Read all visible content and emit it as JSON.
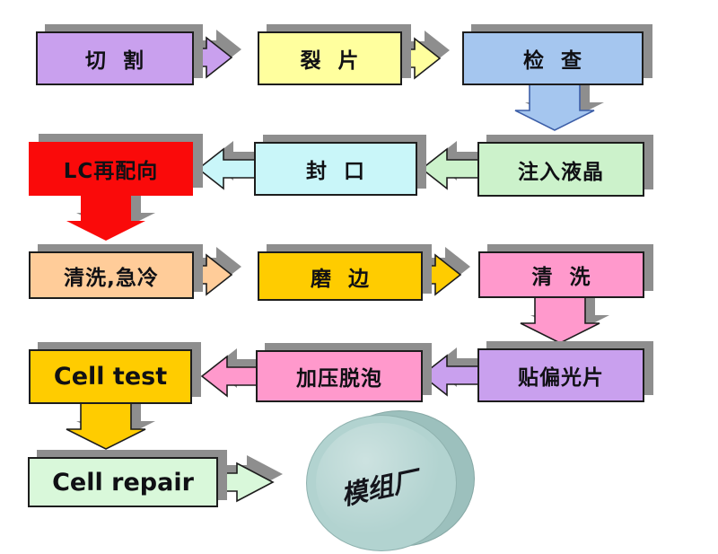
{
  "background": "#ffffff",
  "shadow_color": "#8e8e8e",
  "diagram_type": "process-flowchart",
  "nodes": [
    {
      "id": "cut",
      "label": "切  割",
      "shape": "rect",
      "color": "#c9a0ee"
    },
    {
      "id": "split",
      "label": "裂  片",
      "shape": "rect",
      "color": "#ffff9e"
    },
    {
      "id": "inspect",
      "label": "检  查",
      "shape": "rect",
      "color": "#a5c6ef"
    },
    {
      "id": "inject",
      "label": "注入液晶",
      "shape": "rect",
      "color": "#ccf2cb"
    },
    {
      "id": "seal",
      "label": "封  口",
      "shape": "rect",
      "color": "#c9f6f9"
    },
    {
      "id": "lc-realign",
      "label": "LC再配向",
      "shape": "rect",
      "color": "#fa0a0a"
    },
    {
      "id": "clean-quench",
      "label": "清洗,急冷",
      "shape": "rect",
      "color": "#ffcc99"
    },
    {
      "id": "grind",
      "label": "磨  边",
      "shape": "rect",
      "color": "#ffcc00"
    },
    {
      "id": "clean",
      "label": "清  洗",
      "shape": "rect",
      "color": "#ff99cc"
    },
    {
      "id": "polarizer",
      "label": "贴偏光片",
      "shape": "rect",
      "color": "#c9a0ee"
    },
    {
      "id": "defoam",
      "label": "加压脱泡",
      "shape": "rect",
      "color": "#ff99cc"
    },
    {
      "id": "cell-test",
      "label": "Cell test",
      "shape": "rect",
      "color": "#ffcc00"
    },
    {
      "id": "cell-repair",
      "label": "Cell repair",
      "shape": "rect",
      "color": "#d9f8da"
    },
    {
      "id": "module-factory",
      "label": "模组厂",
      "shape": "cylinder",
      "color": "#b2d3d0"
    }
  ],
  "arrows": [
    {
      "from": "cut",
      "to": "split",
      "direction": "right",
      "color": "#c9a0ee"
    },
    {
      "from": "split",
      "to": "inspect",
      "direction": "right",
      "color": "#ffff9e"
    },
    {
      "from": "inspect",
      "to": "inject",
      "direction": "down",
      "color": "#a5c6ef"
    },
    {
      "from": "inject",
      "to": "seal",
      "direction": "left",
      "color": "#ccf2cb"
    },
    {
      "from": "seal",
      "to": "lc-realign",
      "direction": "left",
      "color": "#c9f6f9"
    },
    {
      "from": "lc-realign",
      "to": "clean-quench",
      "direction": "down",
      "color": "#fa0a0a"
    },
    {
      "from": "clean-quench",
      "to": "grind",
      "direction": "right",
      "color": "#ffcc99"
    },
    {
      "from": "grind",
      "to": "clean",
      "direction": "right",
      "color": "#ffcc00"
    },
    {
      "from": "clean",
      "to": "polarizer",
      "direction": "down",
      "color": "#ff99cc"
    },
    {
      "from": "polarizer",
      "to": "defoam",
      "direction": "left",
      "color": "#c9a0ee"
    },
    {
      "from": "defoam",
      "to": "cell-test",
      "direction": "left",
      "color": "#ff99cc"
    },
    {
      "from": "cell-test",
      "to": "cell-repair",
      "direction": "down",
      "color": "#ffcc00"
    },
    {
      "from": "cell-repair",
      "to": "module-factory",
      "direction": "right",
      "color": "#d9f8da"
    }
  ]
}
